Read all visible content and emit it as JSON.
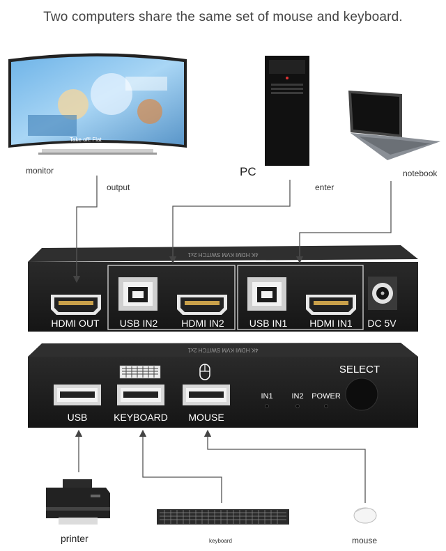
{
  "heading": "Two computers share the same set of mouse and keyboard.",
  "devices": {
    "monitor": "monitor",
    "monitor_caption": "Take off! Flat",
    "pc": "PC",
    "notebook": "notebook",
    "printer": "printer",
    "keyboard": "keyboard",
    "mouse": "mouse"
  },
  "connections": {
    "output": "output",
    "enter": "enter"
  },
  "rear_panel": {
    "top_text": "4K HDMI KVM SWITCH 2x1",
    "ports": [
      "HDMI OUT",
      "USB IN2",
      "HDMI IN2",
      "USB IN1",
      "HDMI IN1",
      "DC 5V"
    ]
  },
  "front_panel": {
    "top_text": "4K HDMI KVM SWITCH 2x1",
    "ports": [
      "USB",
      "KEYBOARD",
      "MOUSE"
    ],
    "leds": [
      "IN1",
      "IN2",
      "POWER"
    ],
    "select": "SELECT"
  },
  "icons": [
    "monitor-icon",
    "pc-tower-icon",
    "laptop-icon",
    "printer-icon",
    "keyboard-icon",
    "mouse-icon",
    "hdmi-port-icon",
    "usb-b-port-icon",
    "usb-a-port-icon",
    "dc-jack-icon",
    "select-button-icon"
  ],
  "colors": {
    "device_body": "#1e1e1e",
    "port_label": "#ffffff",
    "line": "#555555"
  }
}
